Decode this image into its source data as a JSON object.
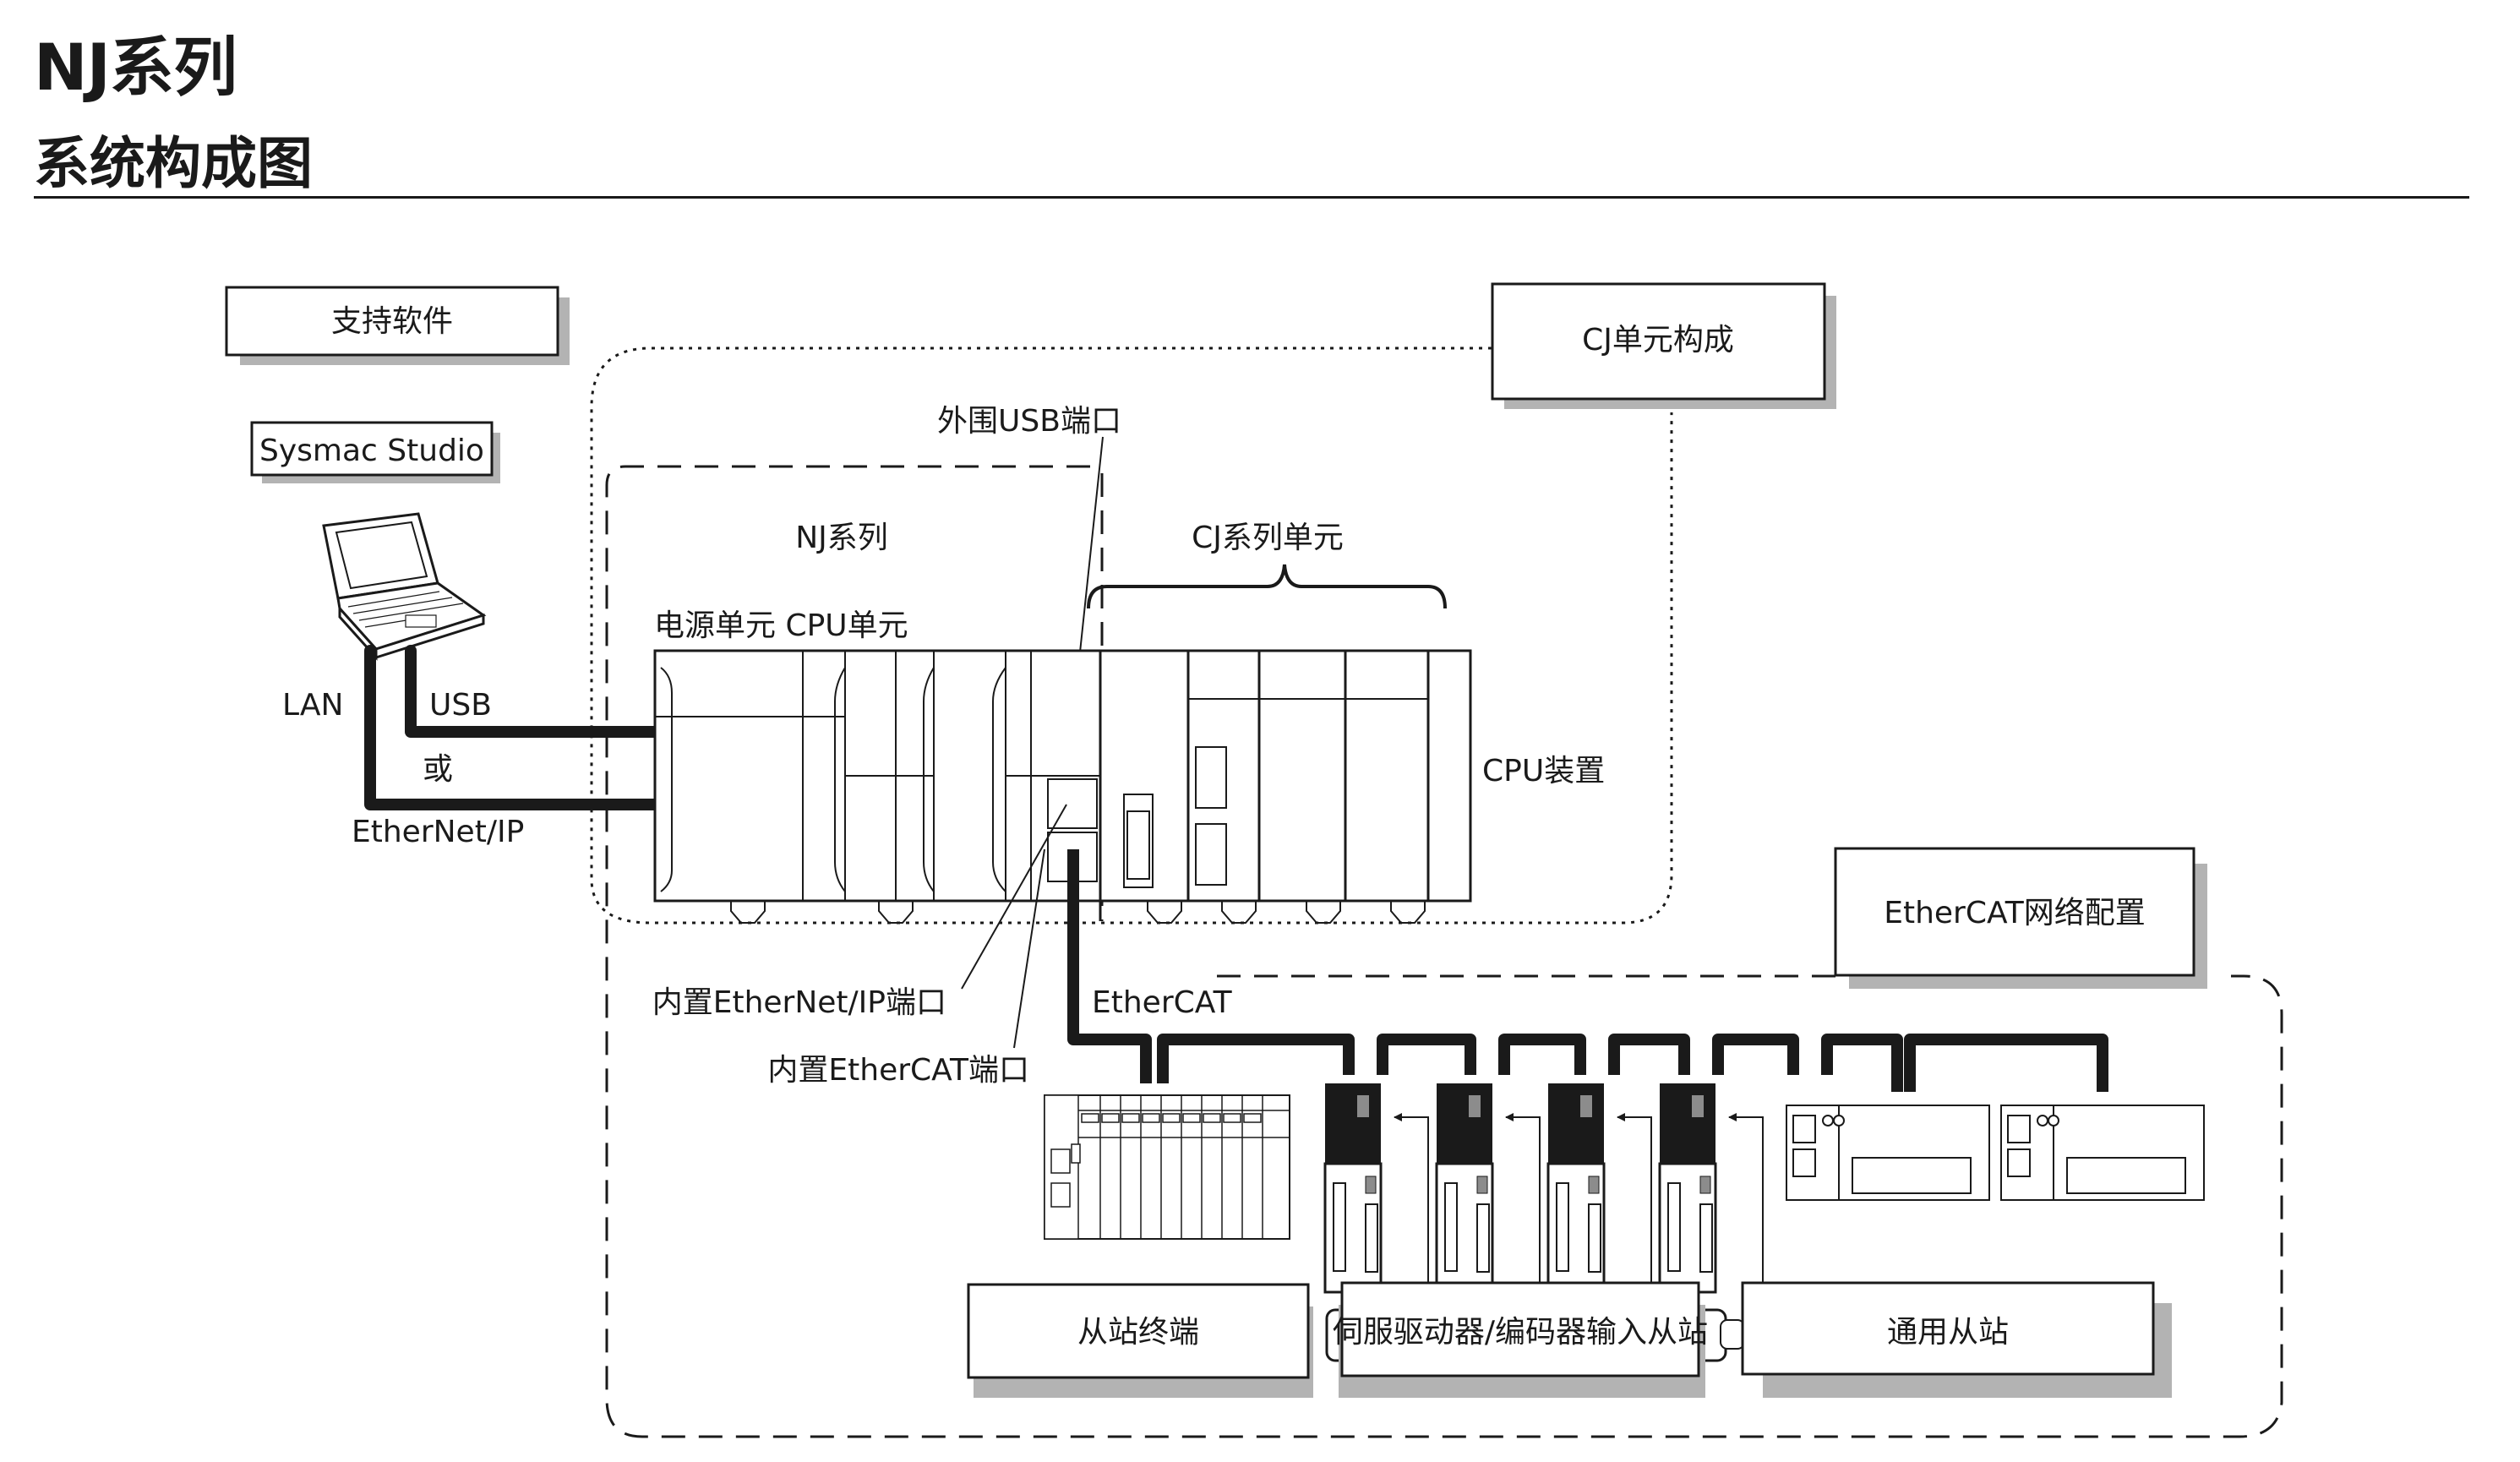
{
  "header": {
    "title": "NJ系列",
    "subtitle": "系统构成图"
  },
  "diagram": {
    "support_software": {
      "box_label": "支持软件",
      "software_name": "Sysmac Studio",
      "device": "laptop"
    },
    "connections": {
      "lan": "LAN",
      "usb": "USB",
      "or": "或",
      "ethernet_ip": "EtherNet/IP",
      "ethercat": "EtherCAT"
    },
    "cj_group": {
      "box_label": "CJ单元构成",
      "peripheral_usb_port": "外围USB端口",
      "nj_series": "NJ系列",
      "cj_series_units": "CJ系列单元",
      "power_cpu_units": "电源单元 CPU单元",
      "cpu_rack": "CPU装置",
      "builtin_ethernet_ip_port": "内置EtherNet/IP端口",
      "builtin_ethercat_port": "内置EtherCAT端口"
    },
    "ethercat_network": {
      "box_label": "EtherCAT网络配置",
      "slaves": [
        {
          "label": "从站终端",
          "count": 1
        },
        {
          "label": "伺服驱动器/编码器输入从站",
          "count": 4
        },
        {
          "label": "通用从站",
          "count": 2
        }
      ]
    },
    "colors": {
      "line": "#1a1a1a",
      "shadow": "#b3b3b3",
      "device_gray": "#8c8c8c"
    }
  }
}
